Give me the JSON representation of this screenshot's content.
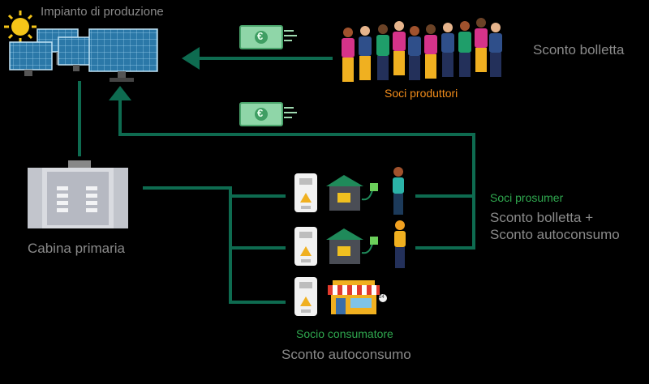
{
  "labels": {
    "plant": "Impianto di produzione",
    "producers": "Soci produttori",
    "producers_benefit": "Sconto bolletta",
    "substation": "Cabina primaria",
    "prosumers": "Soci prosumer",
    "prosumers_benefit_1": "Sconto bolletta +",
    "prosumers_benefit_2": "Sconto autoconsumo",
    "consumer": "Socio consumatore",
    "consumer_benefit": "Sconto autoconsumo",
    "money_symbol": "€",
    "shop_sign_number": "24"
  },
  "colors": {
    "background": "#000000",
    "line": "#0e6b50",
    "producers_label": "#f28c1a",
    "green_label": "#2fa84f",
    "grey_text": "#8a8a8a",
    "sun": "#f5c518"
  },
  "icons": [
    "sun-icon",
    "solar-panel-icon",
    "banknote-icon",
    "person-icon",
    "meter-icon",
    "house-icon",
    "plug-icon",
    "shop-icon",
    "cabinet-icon",
    "arrow-icon"
  ]
}
